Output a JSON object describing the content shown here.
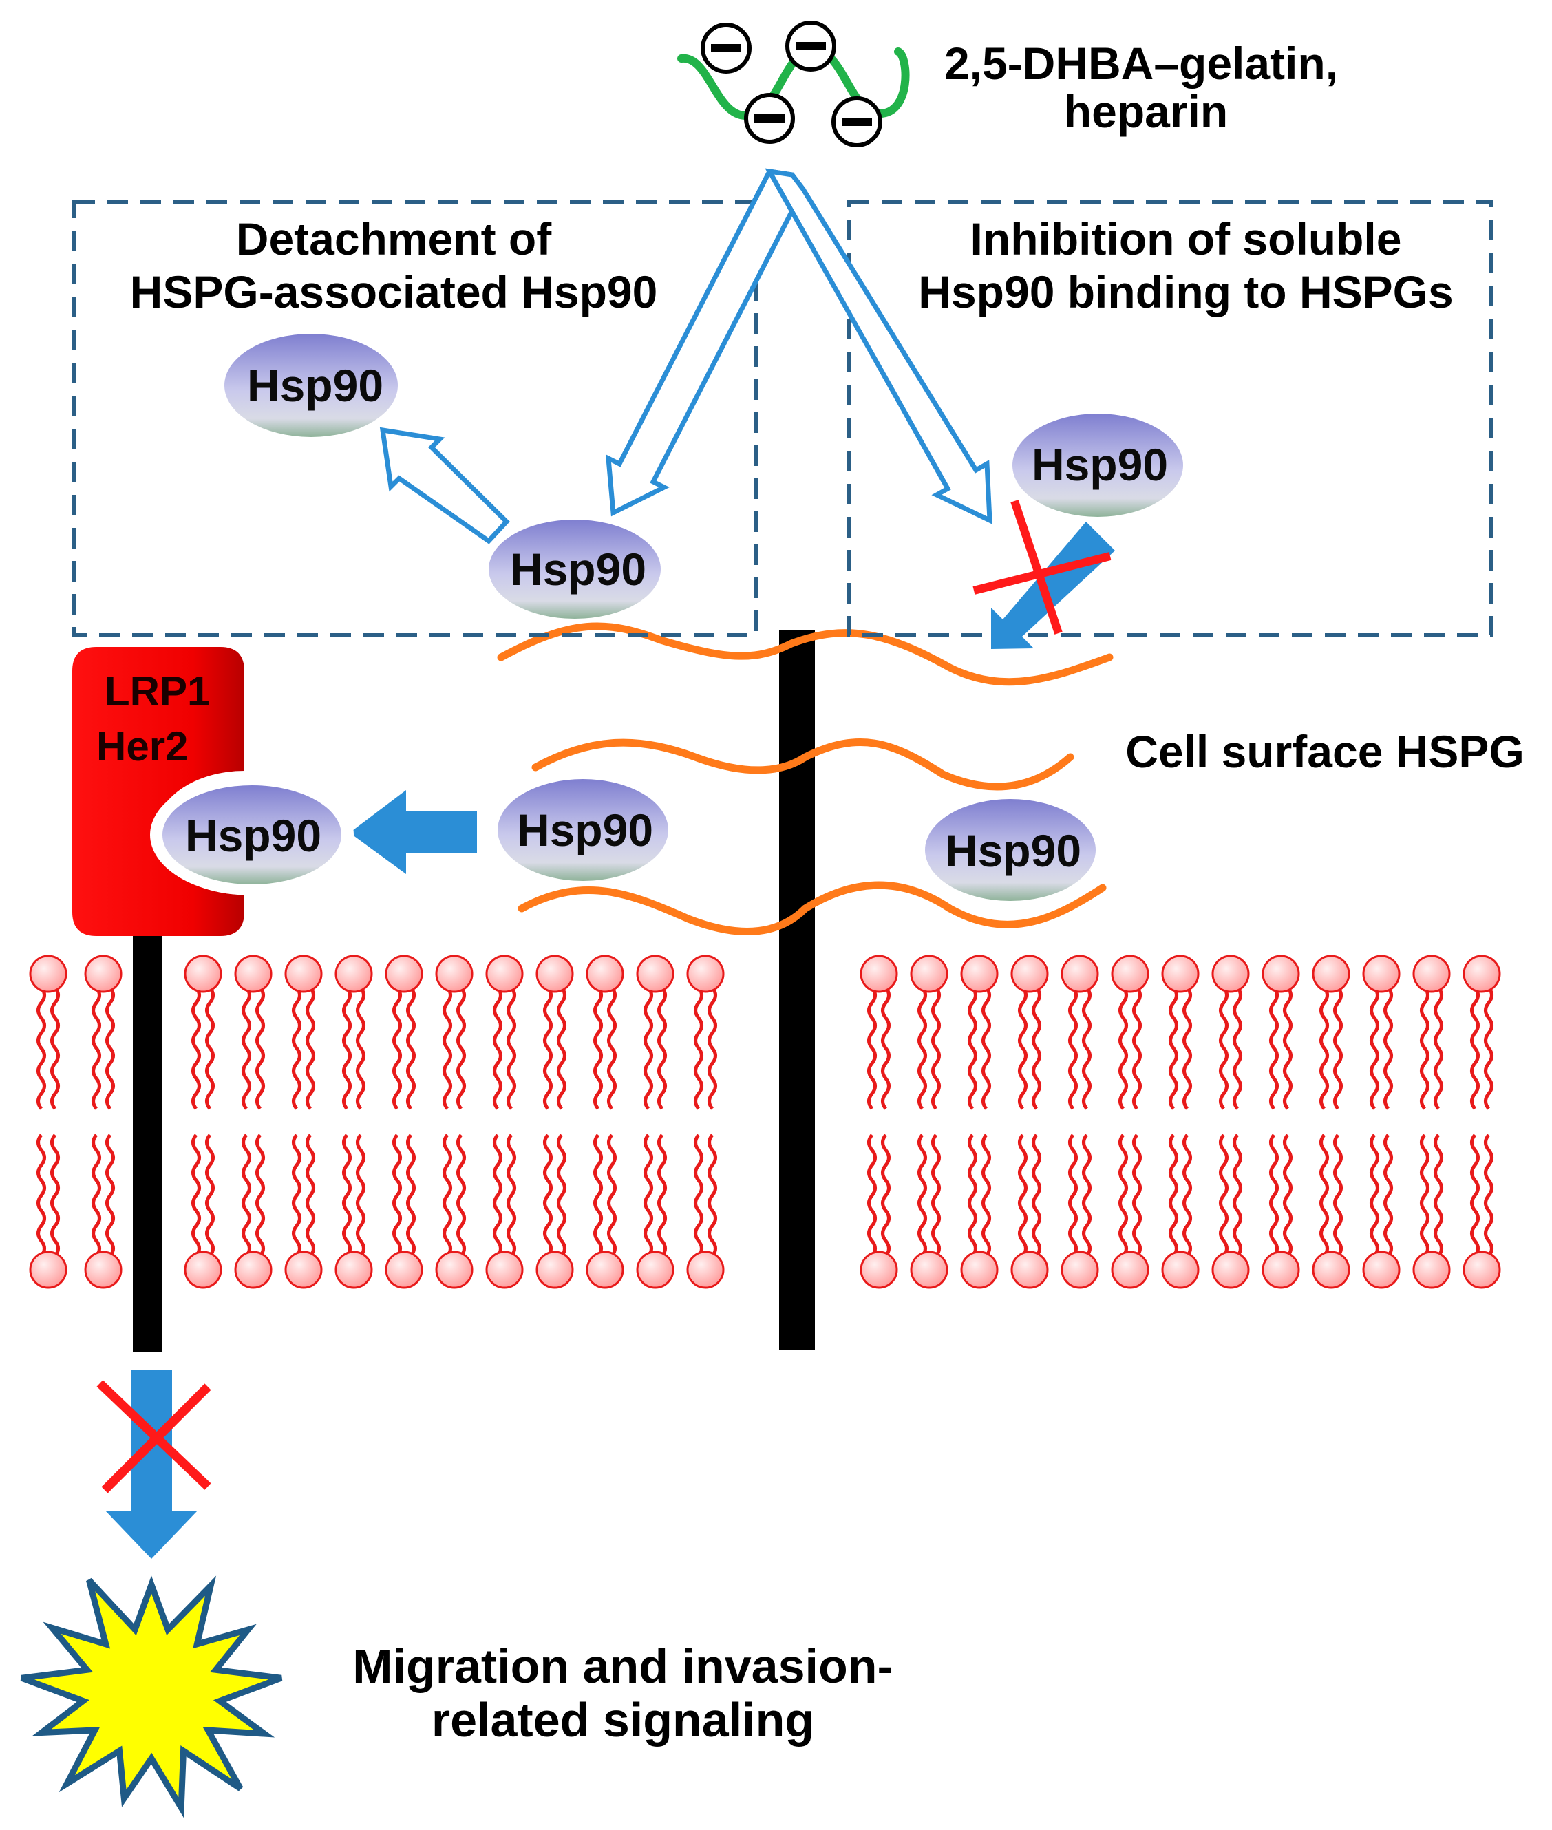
{
  "labels": {
    "molecule": [
      "2,5-DHBA–gelatin,",
      "heparin"
    ],
    "left_box_title": [
      "Detachment of",
      "HSPG-associated Hsp90"
    ],
    "right_box_title": [
      "Inhibition of soluble",
      "Hsp90 binding to HSPGs"
    ],
    "receptor": [
      "LRP1",
      "Her2"
    ],
    "hspg": "Cell surface HSPG",
    "hsp90": "Hsp90",
    "outcome": [
      "Migration and invasion-",
      "related signaling"
    ]
  },
  "colors": {
    "box_dash": "#2b5f86",
    "open_arrow": "#2b8ed6",
    "solid_arrow": "#2b8ed6",
    "red_cross": "#ff1a1a",
    "hspg_chain": "#ff7a1a",
    "core_protein": "#000000",
    "receptor": "#ff0000",
    "lipid": "#e81a1a",
    "lipid_head": "#ffb0b0",
    "starburst_fill": "#ffff00",
    "starburst_stroke": "#1f5a86",
    "heparin_wave": "#22b34a"
  },
  "icons": {
    "negative_charge": "minus-circle-icon",
    "blocked": "red-x-icon",
    "signal": "starburst-icon"
  }
}
